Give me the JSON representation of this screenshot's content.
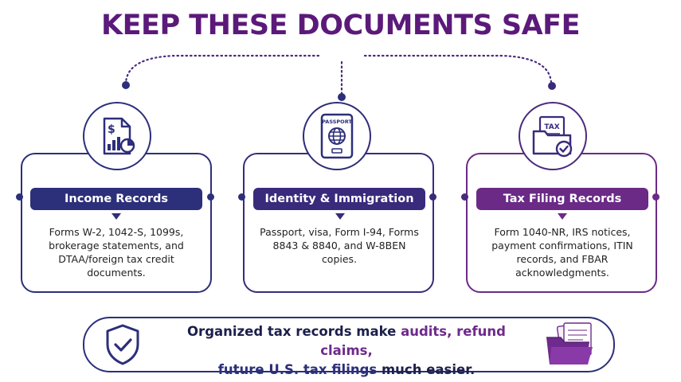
{
  "title": "KEEP THESE DOCUMENTS SAFE",
  "cards": [
    {
      "icon": "financial-report-icon",
      "label": "Income Records",
      "description": "Forms W-2, 1042-S, 1099s, brokerage statements, and DTAA/foreign tax credit documents.",
      "color": "#2c2f7a"
    },
    {
      "icon": "passport-icon",
      "icon_text": "PASSPORT",
      "label": "Identity & Immigration",
      "description": "Passport, visa, Form I-94, Forms 8843 & 8840, and W-8BEN copies.",
      "color": "#3a2a7c"
    },
    {
      "icon": "tax-folder-icon",
      "icon_text": "TAX",
      "label": "Tax Filing Records",
      "description": "Form 1040-NR, IRS notices, payment confirmations, ITIN records, and FBAR acknowledgments.",
      "color": "#6a2a86"
    }
  ],
  "banner": {
    "icon": "shield-check-icon",
    "text_pre": "Organized tax records make ",
    "highlight_1": "audits, refund claims,",
    "highlight_2": "future U.S. tax filings",
    "text_post": " much easier.",
    "right_icon": "documents-folder-icon"
  },
  "colors": {
    "title": "#5b1a7a",
    "navy": "#2c2f7a",
    "purple": "#6e2a8c"
  }
}
